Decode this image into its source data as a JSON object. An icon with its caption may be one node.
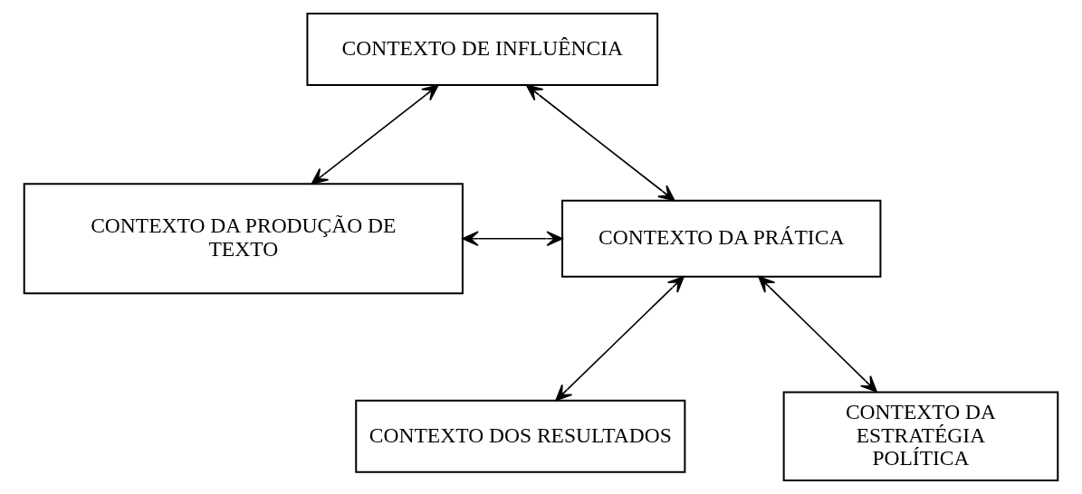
{
  "diagram": {
    "nodes": [
      {
        "text": [
          "CONTEXTO DE INFLUÊNCIA"
        ]
      },
      {
        "text": [
          "CONTEXTO DA PRODUÇÃO DE TEXTO"
        ]
      },
      {
        "text": [
          "CONTEXTO DA PRÁTICA"
        ]
      },
      {
        "text": [
          "CONTEXTO DOS RESULTADOS"
        ]
      },
      {
        "text": [
          "CONTEXTO DA ESTRATÉGIA POLÍTICA"
        ]
      }
    ],
    "edges": [
      {
        "from": 0,
        "to": 1,
        "arrow": "both"
      },
      {
        "from": 0,
        "to": 2,
        "arrow": "both"
      },
      {
        "from": 1,
        "to": 2,
        "arrow": "both"
      },
      {
        "from": 2,
        "to": 3,
        "arrow": "both"
      },
      {
        "from": 2,
        "to": 4,
        "arrow": "both"
      }
    ]
  }
}
